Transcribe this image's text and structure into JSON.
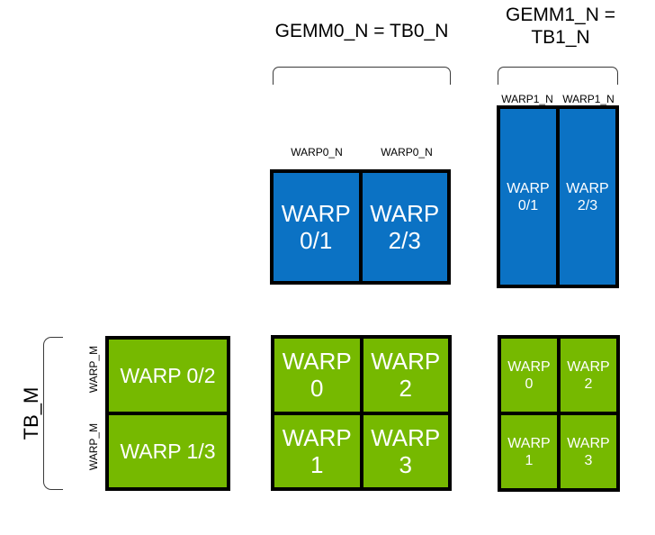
{
  "diagram": {
    "title_hidden": "",
    "colors": {
      "blue": "#0b72c4",
      "green": "#76b900",
      "outline": "#000000",
      "bracket": "#3a3a3a",
      "text_on_fill": "#ffffff",
      "text": "#000000",
      "background": "#ffffff"
    },
    "captions": {
      "gemm0": "GEMM0_N = TB0_N",
      "gemm1": "GEMM1_N =\nTB1_N"
    },
    "axis_labels": {
      "tb_m": "TB_M",
      "warp_m_top": "WARP_M",
      "warp_m_bottom": "WARP_M",
      "warp0_n_left": "WARP0_N",
      "warp0_n_right": "WARP0_N",
      "warp1_n_left": "WARP1_N",
      "warp1_n_right": "WARP1_N"
    },
    "blocks": {
      "gemm0_blue": {
        "name": "gemm0-warp-tiles",
        "color": "blue",
        "cells": [
          {
            "label": "WARP\n0/1"
          },
          {
            "label": "WARP\n2/3"
          }
        ]
      },
      "gemm1_blue": {
        "name": "gemm1-warp-tiles",
        "color": "blue",
        "cells": [
          {
            "label": "WARP\n0/1"
          },
          {
            "label": "WARP\n2/3"
          }
        ]
      },
      "tb_m_green": {
        "name": "tb-m-warp-rows",
        "color": "green",
        "cells": [
          {
            "label": "WARP 0/2"
          },
          {
            "label": "WARP 1/3"
          }
        ]
      },
      "gemm0_green": {
        "name": "gemm0-warp-grid",
        "color": "green",
        "cells": [
          {
            "label": "WARP\n0"
          },
          {
            "label": "WARP\n2"
          },
          {
            "label": "WARP\n1"
          },
          {
            "label": "WARP\n3"
          }
        ]
      },
      "gemm1_green": {
        "name": "gemm1-warp-grid",
        "color": "green",
        "cells": [
          {
            "label": "WARP\n0"
          },
          {
            "label": "WARP\n2"
          },
          {
            "label": "WARP\n1"
          },
          {
            "label": "WARP\n3"
          }
        ]
      }
    }
  }
}
